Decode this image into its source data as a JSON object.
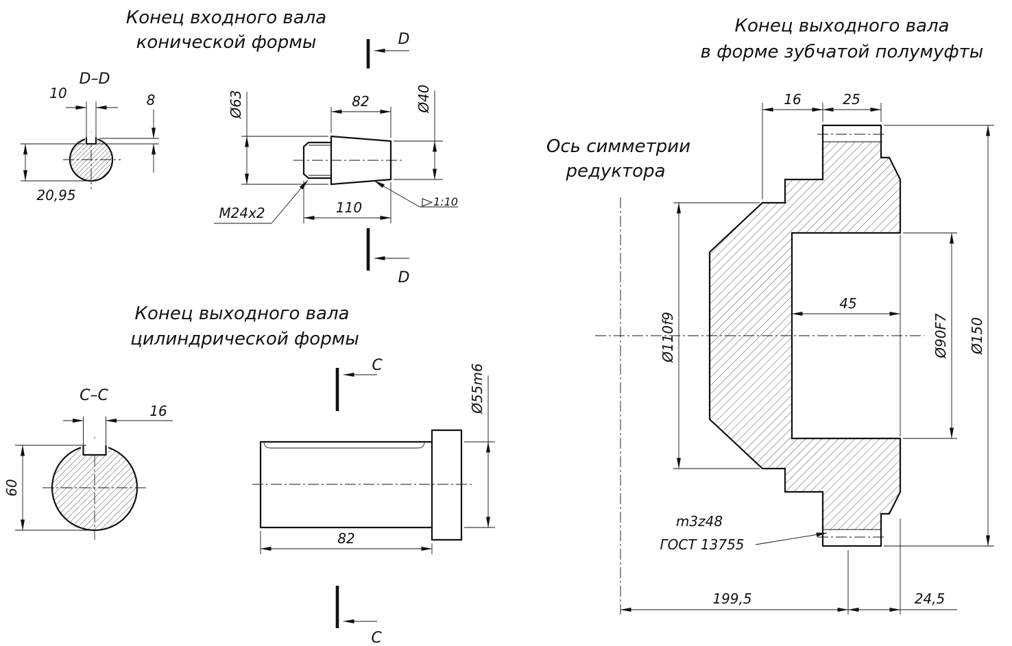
{
  "titles": {
    "input": [
      "Конец входного вала",
      "конической формы"
    ],
    "output_cyl": [
      "Конец выходного вала",
      "цилиндрической формы"
    ],
    "coupling": [
      "Конец выходного вала",
      "в форме зубчатой полумуфты"
    ],
    "axis": [
      "Ось симметрии",
      "редуктора"
    ]
  },
  "sections": {
    "dd": "D–D",
    "d": "D",
    "cc": "C–C",
    "c": "C"
  },
  "input_dims": {
    "keyway_width": "10",
    "keyway_height": "8",
    "keyway_measure": "20,95",
    "dia63": "Ø63",
    "cone_len": "82",
    "dia40": "Ø40",
    "thread": "M24x2",
    "total_len": "110",
    "taper": "1:10"
  },
  "output_cyl_dims": {
    "keyway_width": "16",
    "dia60": "60",
    "dia55": "Ø55m6",
    "len82": "82"
  },
  "coupling_dims": {
    "hub_step": "16",
    "rim_width": "25",
    "recess_depth": "45",
    "dia110": "Ø110f9",
    "dia90": "Ø90F7",
    "dia150": "Ø150",
    "gear_spec": "m3z48",
    "gear_gost": "ГОСТ 13755",
    "len199": "199,5",
    "len24": "24,5"
  }
}
